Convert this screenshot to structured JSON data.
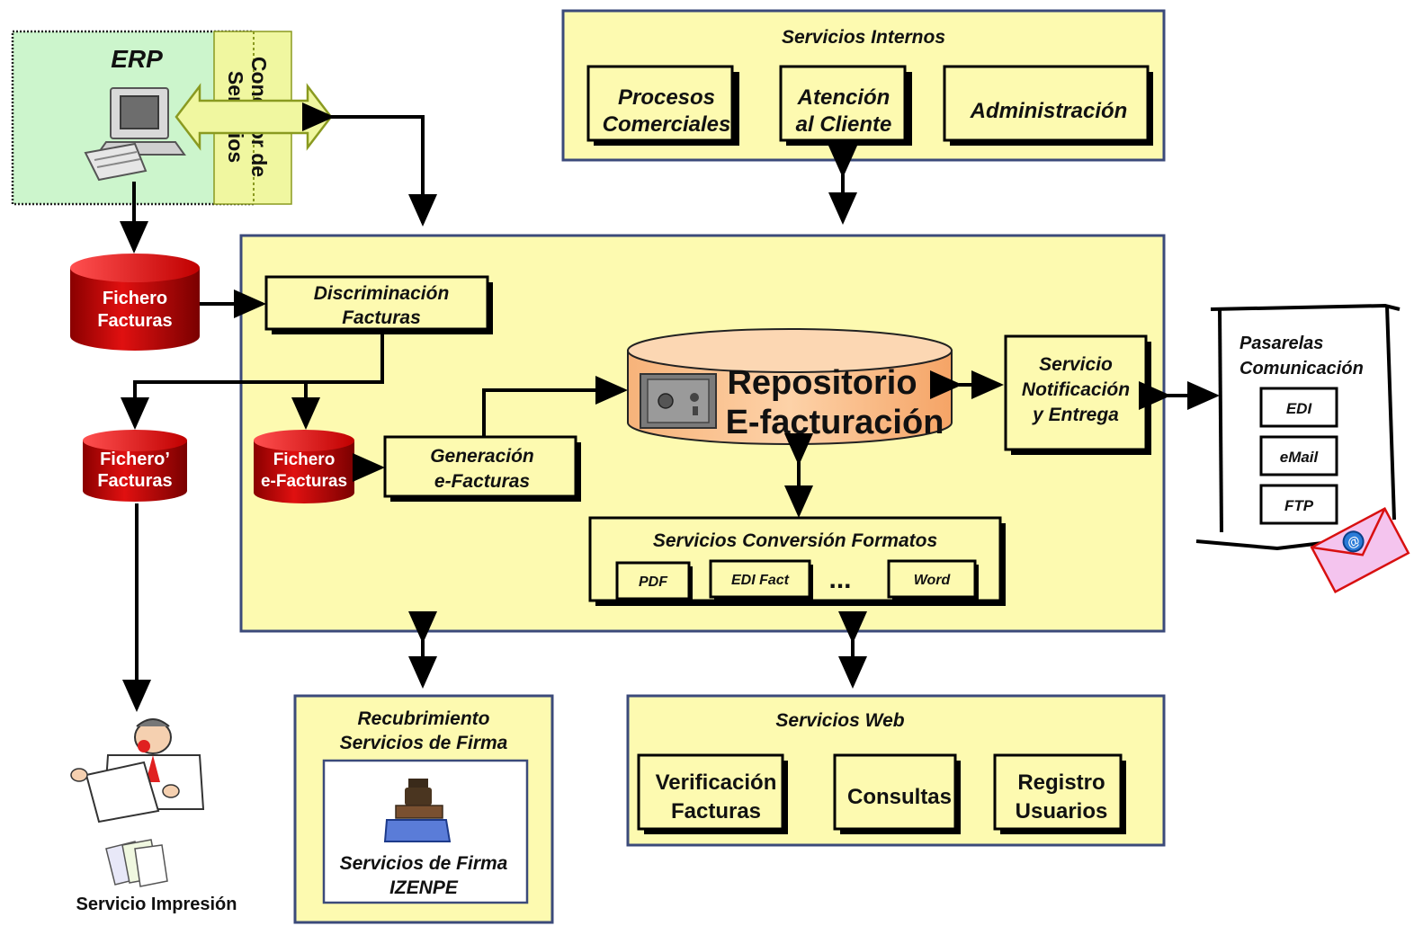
{
  "erp": {
    "title": "ERP",
    "connector_line1": "Conector de",
    "connector_line2": "Servicios"
  },
  "servicios_internos": {
    "title": "Servicios Internos",
    "boxes": [
      {
        "line1": "Procesos",
        "line2": "Comerciales"
      },
      {
        "line1": "Atención",
        "line2": "al Cliente"
      },
      {
        "line1": "Administración",
        "line2": ""
      }
    ]
  },
  "left_column": {
    "fichero_facturas": {
      "line1": "Fichero",
      "line2": "Facturas"
    },
    "fichero_prime": {
      "line1": "Fichero’",
      "line2": "Facturas"
    },
    "servicio_impresion": "Servicio Impresión"
  },
  "core": {
    "discriminacion": {
      "line1": "Discriminación",
      "line2": "Facturas"
    },
    "fichero_efacturas": {
      "line1": "Fichero",
      "line2": "e-Facturas"
    },
    "generacion": {
      "line1": "Generación",
      "line2": "e-Facturas"
    },
    "repositorio": {
      "line1": "Repositorio",
      "line2": "E-facturación"
    },
    "notificacion": {
      "line1": "Servicio",
      "line2": "Notificación",
      "line3": "y Entrega"
    },
    "conversion": {
      "title": "Servicios Conversión Formatos",
      "formats": [
        "PDF",
        "EDI Fact",
        "Word"
      ],
      "ellipsis": "..."
    }
  },
  "pasarelas": {
    "line1": "Pasarelas",
    "line2": "Comunicación",
    "items": [
      "EDI",
      "eMail",
      "FTP"
    ]
  },
  "firma": {
    "title_line1": "Recubrimiento",
    "title_line2": "Servicios de Firma",
    "inner_line1": "Servicios de Firma",
    "inner_line2": "IZENPE"
  },
  "web": {
    "title": "Servicios Web",
    "boxes": [
      {
        "line1": "Verificación",
        "line2": "Facturas"
      },
      {
        "line1": "Consultas",
        "line2": ""
      },
      {
        "line1": "Registro",
        "line2": "Usuarios"
      }
    ]
  }
}
